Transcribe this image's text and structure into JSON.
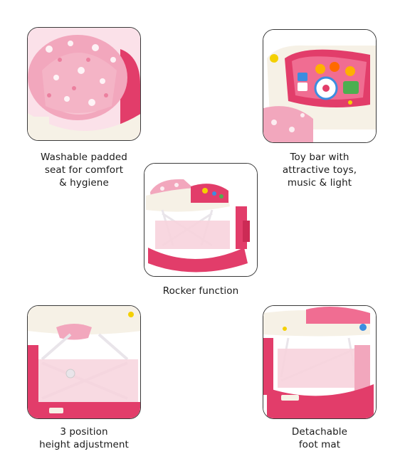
{
  "features": [
    {
      "key": "seat",
      "lines": [
        "Washable padded",
        "seat for comfort",
        "& hygiene"
      ]
    },
    {
      "key": "toybar",
      "lines": [
        "Toy bar with",
        "attractive toys,",
        "music & light"
      ]
    },
    {
      "key": "rocker",
      "lines": [
        "Rocker function"
      ]
    },
    {
      "key": "height",
      "lines": [
        "3 position",
        "height adjustment"
      ]
    },
    {
      "key": "footmat",
      "lines": [
        "Detachable",
        "foot mat"
      ]
    }
  ],
  "colors": {
    "pink": "#f2a7bd",
    "deep_pink": "#e23d6a",
    "cream": "#f6f1e6",
    "frame": "#e9e5ea"
  }
}
